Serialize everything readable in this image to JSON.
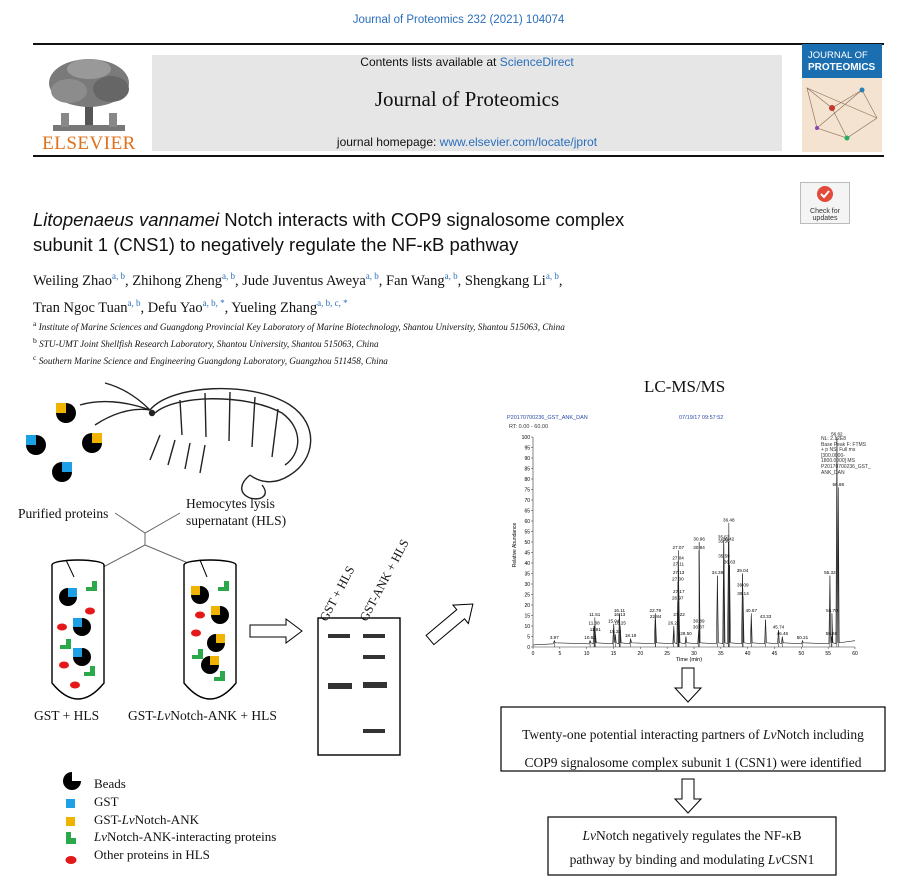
{
  "header": {
    "citation": "Journal of Proteomics 232 (2021) 104074",
    "contents_prefix": "Contents lists available at ",
    "contents_link": "ScienceDirect",
    "journal_name": "Journal of Proteomics",
    "homepage_prefix": "journal homepage: ",
    "homepage_link": "www.elsevier.com/locate/jprot",
    "publisher": "ELSEVIER",
    "cover_line1": "JOURNAL OF",
    "cover_line2": "PROTEOMICS",
    "check_updates_line1": "Check for",
    "check_updates_line2": "updates"
  },
  "article": {
    "title_species": "Litopenaeus vannamei",
    "title_line1_rest": " Notch interacts with COP9 signalosome complex",
    "title_line2": "subunit 1 (CNS1) to negatively regulate the NF-κB pathway",
    "authors": [
      {
        "name": "Weiling Zhao",
        "sup": "a, b",
        "sep": ", "
      },
      {
        "name": "Zhihong Zheng",
        "sup": "a, b",
        "sep": ", "
      },
      {
        "name": "Jude Juventus Aweya",
        "sup": "a, b",
        "sep": ", "
      },
      {
        "name": "Fan Wang",
        "sup": "a, b",
        "sep": ", "
      },
      {
        "name": "Shengkang Li",
        "sup": "a, b",
        "sep": ","
      },
      {
        "name": "Tran Ngoc Tuan",
        "sup": "a, b",
        "sep": ", "
      },
      {
        "name": "Defu Yao",
        "sup": "a, b, *",
        "sep": ", "
      },
      {
        "name": "Yueling Zhang",
        "sup": "a, b, c, *",
        "sep": ""
      }
    ],
    "affiliations": [
      {
        "key": "a",
        "text": "Institute of Marine Sciences and Guangdong Provincial Key Laboratory of Marine Biotechnology, Shantou University, Shantou 515063, China"
      },
      {
        "key": "b",
        "text": "STU-UMT Joint Shellfish Research Laboratory, Shantou University, Shantou 515063, China"
      },
      {
        "key": "c",
        "text": "Southern Marine Science and Engineering Guangdong Laboratory, Guangzhou 511458, China"
      }
    ]
  },
  "graphic": {
    "purified": "Purified proteins",
    "hls_line1": "Hemocytes lysis",
    "hls_line2": "supernatant (HLS)",
    "tube1_label": "GST +  HLS",
    "tube2_prefix": "GST-",
    "tube2_italic": "Lv",
    "tube2_suffix": "Notch-ANK +  HLS",
    "lane1": "GST + HLS",
    "lane2": "GST-ANK + HLS",
    "lcms_title": "LC-MS/MS",
    "legend": [
      {
        "kind": "beads",
        "label": "Beads",
        "color": "#000000"
      },
      {
        "kind": "gst",
        "label": "GST",
        "color": "#1ea0e6"
      },
      {
        "kind": "ank",
        "label_prefix": "GST-",
        "label_italic": "Lv",
        "label_suffix": "Notch-ANK",
        "color": "#f0b400"
      },
      {
        "kind": "interacting",
        "label_prefix": "",
        "label_italic": "Lv",
        "label_suffix": "Notch-ANK-interacting proteins",
        "color": "#2aa84a"
      },
      {
        "kind": "other",
        "label": "Other proteins in HLS",
        "color": "#e41818"
      }
    ],
    "box1_line1_prefix": "Twenty-one potential interacting partners of ",
    "box1_line1_italic": "Lv",
    "box1_line1_suffix": "Notch including",
    "box1_line2": "COP9 signalosome complex subunit 1 (CSN1) were identified",
    "box2_line1_italic": "Lv",
    "box2_line1_suffix": "Notch negatively regulates the NF-κB",
    "box2_line2_prefix": "pathway by  binding and  modulating ",
    "box2_line2_italic": "Lv",
    "box2_line2_suffix": "CSN1"
  },
  "chart_data": {
    "type": "line",
    "header_left": "P20170700236_GST_ANK_DAN",
    "header_right": "07/19/17 09:57:52",
    "range_label": "RT: 0.00 - 60.00",
    "info_box": [
      "NL: 2.12E8",
      "Base Peak F: FTMS",
      "+ p NSI Full ms",
      "[300.0000-",
      "1800.0000]  MS",
      "P20170700236_GST_",
      "ANK_DAN"
    ],
    "xlabel": "Time (min)",
    "ylabel": "Relative Abundance",
    "xlim": [
      0,
      60
    ],
    "ylim": [
      0,
      100
    ],
    "xticks": [
      0,
      5,
      10,
      15,
      20,
      25,
      30,
      35,
      40,
      45,
      50,
      55,
      60
    ],
    "yticks": [
      0,
      5,
      10,
      15,
      20,
      25,
      30,
      35,
      40,
      45,
      50,
      55,
      60,
      65,
      70,
      75,
      80,
      85,
      90,
      95,
      100
    ],
    "peaks": [
      {
        "x": 3.97,
        "y": 3,
        "label": "3.97"
      },
      {
        "x": 10.63,
        "y": 3,
        "label": "10.63"
      },
      {
        "x": 11.38,
        "y": 10,
        "label": "11.38"
      },
      {
        "x": 11.51,
        "y": 14,
        "label": "11.51"
      },
      {
        "x": 11.61,
        "y": 7,
        "label": "11.61"
      },
      {
        "x": 15.04,
        "y": 11,
        "label": "15.04"
      },
      {
        "x": 16.11,
        "y": 16,
        "label": "16.11"
      },
      {
        "x": 16.13,
        "y": 14,
        "label": "16.13"
      },
      {
        "x": 16.25,
        "y": 10,
        "label": "16.25"
      },
      {
        "x": 15.33,
        "y": 6,
        "label": "15.33"
      },
      {
        "x": 18.19,
        "y": 4,
        "label": "18.19"
      },
      {
        "x": 22.79,
        "y": 16,
        "label": "22.79"
      },
      {
        "x": 22.84,
        "y": 13,
        "label": "22.84"
      },
      {
        "x": 26.23,
        "y": 10,
        "label": "26.23"
      },
      {
        "x": 26.97,
        "y": 22,
        "label": "26.97"
      },
      {
        "x": 27.0,
        "y": 31,
        "label": "27.00"
      },
      {
        "x": 27.04,
        "y": 41,
        "label": "27.04"
      },
      {
        "x": 27.07,
        "y": 46,
        "label": "27.07"
      },
      {
        "x": 27.11,
        "y": 38,
        "label": "27.11"
      },
      {
        "x": 27.13,
        "y": 34,
        "label": "27.13"
      },
      {
        "x": 27.17,
        "y": 25,
        "label": "27.17"
      },
      {
        "x": 27.22,
        "y": 14,
        "label": "27.22"
      },
      {
        "x": 30.89,
        "y": 11,
        "label": "30.89"
      },
      {
        "x": 30.87,
        "y": 8,
        "label": "30.87"
      },
      {
        "x": 28.5,
        "y": 5,
        "label": "28.50"
      },
      {
        "x": 30.94,
        "y": 46,
        "label": "30.94"
      },
      {
        "x": 30.96,
        "y": 50,
        "label": "30.96"
      },
      {
        "x": 34.36,
        "y": 34,
        "label": "34.38"
      },
      {
        "x": 36.42,
        "y": 50,
        "label": "36.42"
      },
      {
        "x": 36.48,
        "y": 59,
        "label": "36.48"
      },
      {
        "x": 35.53,
        "y": 51,
        "label": "35.53"
      },
      {
        "x": 35.56,
        "y": 49,
        "label": "35.56"
      },
      {
        "x": 35.59,
        "y": 42,
        "label": "35.59"
      },
      {
        "x": 36.63,
        "y": 39,
        "label": "36.63"
      },
      {
        "x": 39.04,
        "y": 35,
        "label": "39.04"
      },
      {
        "x": 39.09,
        "y": 28,
        "label": "39.09"
      },
      {
        "x": 39.14,
        "y": 24,
        "label": "39.14"
      },
      {
        "x": 40.67,
        "y": 16,
        "label": "40.67"
      },
      {
        "x": 43.33,
        "y": 13,
        "label": "43.33"
      },
      {
        "x": 45.74,
        "y": 8,
        "label": "45.74"
      },
      {
        "x": 46.46,
        "y": 5,
        "label": "46.46"
      },
      {
        "x": 50.21,
        "y": 3,
        "label": "50.21"
      },
      {
        "x": 55.6,
        "y": 5,
        "label": "55.60"
      },
      {
        "x": 55.7,
        "y": 16,
        "label": "55.70"
      },
      {
        "x": 55.32,
        "y": 34,
        "label": "55.32"
      },
      {
        "x": 56.88,
        "y": 76,
        "label": "56.88"
      },
      {
        "x": 56.62,
        "y": 100,
        "label": "56.62"
      }
    ]
  }
}
